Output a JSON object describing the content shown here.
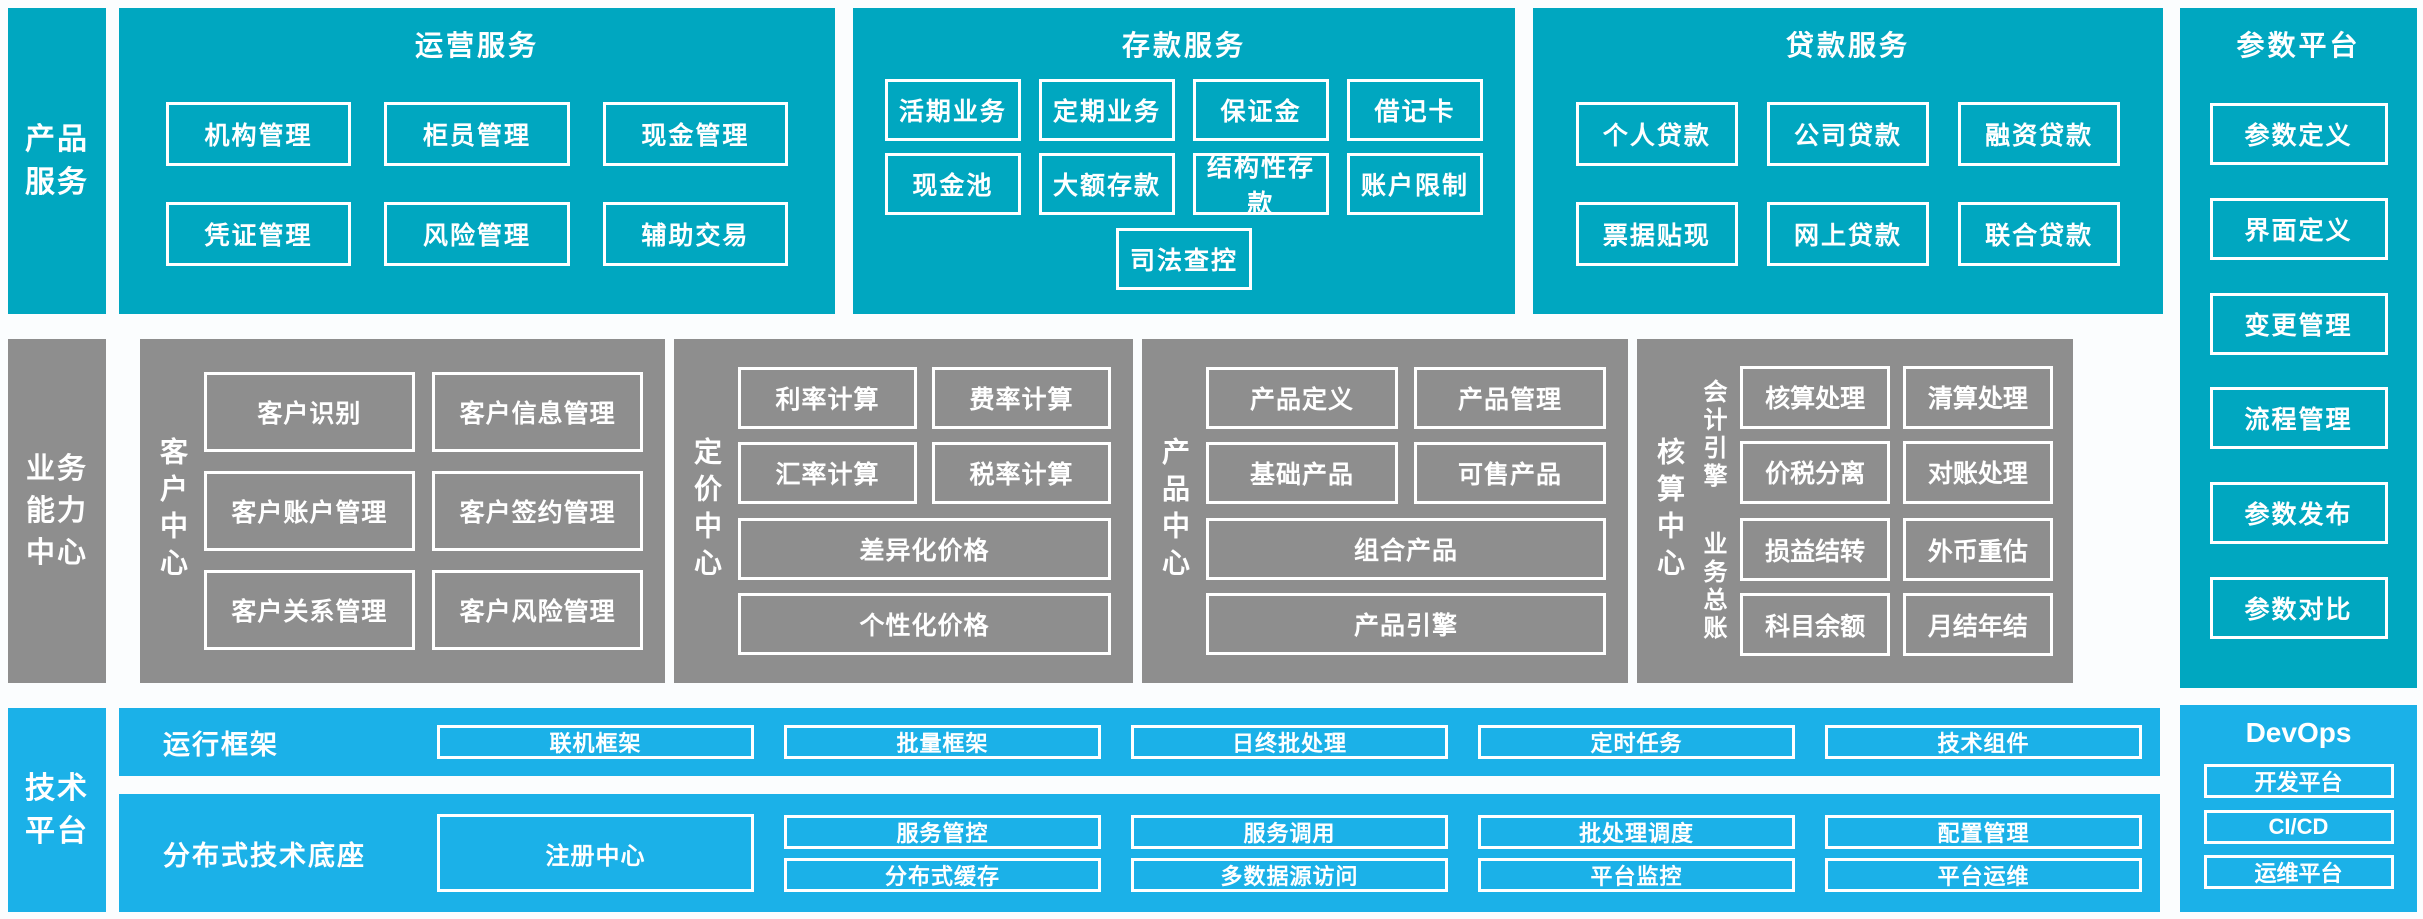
{
  "colors": {
    "teal": "#00a7c0",
    "light_blue": "#1bb1e8",
    "gray": "#8e8e8e",
    "text": "#ffffff"
  },
  "top": {
    "sidebar_lines": [
      "产品",
      "服务"
    ],
    "sections": [
      {
        "title": "运营服务",
        "items": [
          "机构管理",
          "柜员管理",
          "现金管理",
          "凭证管理",
          "风险管理",
          "辅助交易"
        ]
      },
      {
        "title": "存款服务",
        "items": [
          "活期业务",
          "定期业务",
          "保证金",
          "借记卡",
          "现金池",
          "大额存款",
          "结构性存款",
          "账户限制",
          "司法查控"
        ]
      },
      {
        "title": "贷款服务",
        "items": [
          "个人贷款",
          "公司贷款",
          "融资贷款",
          "票据贴现",
          "网上贷款",
          "联合贷款"
        ]
      }
    ]
  },
  "param": {
    "title": "参数平台",
    "items": [
      "参数定义",
      "界面定义",
      "变更管理",
      "流程管理",
      "参数发布",
      "参数对比"
    ]
  },
  "middle": {
    "sidebar_lines": [
      "业务",
      "能力",
      "中心"
    ],
    "customer": {
      "label": "客户中心",
      "items": [
        "客户识别",
        "客户信息管理",
        "客户账户管理",
        "客户签约管理",
        "客户关系管理",
        "客户风险管理"
      ]
    },
    "pricing": {
      "label": "定价中心",
      "items": [
        "利率计算",
        "费率计算",
        "汇率计算",
        "税率计算"
      ],
      "wide": [
        "差异化价格",
        "个性化价格"
      ]
    },
    "product": {
      "label": "产品中心",
      "items": [
        "产品定义",
        "产品管理",
        "基础产品",
        "可售产品"
      ],
      "wide": [
        "组合产品",
        "产品引擎"
      ]
    },
    "accounting": {
      "label": "核算中心",
      "groups": [
        {
          "label": "会计引擎",
          "items": [
            "核算处理",
            "清算处理",
            "价税分离",
            "对账处理"
          ]
        },
        {
          "label": "业务总账",
          "items": [
            "损益结转",
            "外币重估",
            "科目余额",
            "月结年结"
          ]
        }
      ]
    }
  },
  "bottom": {
    "sidebar_lines": [
      "技术",
      "平台"
    ],
    "runtime": {
      "label": "运行框架",
      "items": [
        "联机框架",
        "批量框架",
        "日终批处理",
        "定时任务",
        "技术组件"
      ]
    },
    "base": {
      "label": "分布式技术底座",
      "tall": "注册中心",
      "pairs": [
        [
          "服务管控",
          "分布式缓存"
        ],
        [
          "服务调用",
          "多数据源访问"
        ],
        [
          "批处理调度",
          "平台监控"
        ],
        [
          "配置管理",
          "平台运维"
        ]
      ]
    },
    "devops": {
      "title": "DevOps",
      "items": [
        "开发平台",
        "CI/CD",
        "运维平台"
      ]
    }
  }
}
